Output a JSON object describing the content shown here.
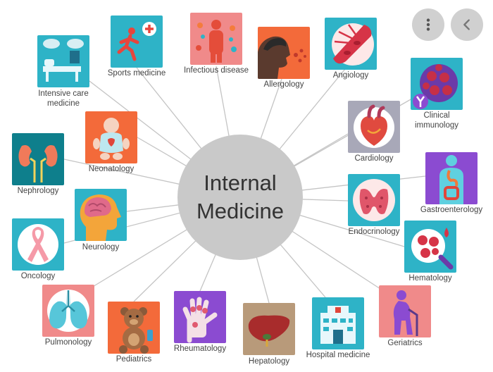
{
  "hub": {
    "line1": "Internal",
    "line2": "Medicine",
    "color": "#c9c9c9"
  },
  "specialties": [
    {
      "key": "sports",
      "label": "Sports medicine",
      "icon": "running-person-icon",
      "bg": "#2eb3c7"
    },
    {
      "key": "infectious",
      "label": "Infectious disease",
      "icon": "virus-body-icon",
      "bg": "#f08a8a"
    },
    {
      "key": "allergology",
      "label": "Allergology",
      "icon": "sneeze-icon",
      "bg": "#f36a3a"
    },
    {
      "key": "angiology",
      "label": "Angiology",
      "icon": "blood-vessel-icon",
      "bg": "#2eb3c7"
    },
    {
      "key": "immunology",
      "label": [
        "Clinical",
        "immunology"
      ],
      "icon": "antibody-cells-icon",
      "bg": "#2eb3c7"
    },
    {
      "key": "cardiology",
      "label": "Cardiology",
      "icon": "heart-icon",
      "bg": "#a8a8b8"
    },
    {
      "key": "gastro",
      "label": "Gastroenterology",
      "icon": "digestive-system-icon",
      "bg": "#8b4bd1"
    },
    {
      "key": "endocrinology",
      "label": "Endocrinology",
      "icon": "thyroid-icon",
      "bg": "#2eb3c7"
    },
    {
      "key": "hematology",
      "label": "Hematology",
      "icon": "blood-drop-magnifier-icon",
      "bg": "#2eb3c7"
    },
    {
      "key": "geriatrics",
      "label": "Geriatrics",
      "icon": "elderly-person-icon",
      "bg": "#f08a8a"
    },
    {
      "key": "hospital",
      "label": "Hospital medicine",
      "icon": "hospital-building-icon",
      "bg": "#2eb3c7"
    },
    {
      "key": "hepatology",
      "label": "Hepatology",
      "icon": "liver-icon",
      "bg": "#b89a7a"
    },
    {
      "key": "rheumatology",
      "label": "Rheumatology",
      "icon": "hand-joints-icon",
      "bg": "#8b4bd1"
    },
    {
      "key": "pediatrics",
      "label": "Pediatrics",
      "icon": "teddy-bear-icon",
      "bg": "#f36a3a"
    },
    {
      "key": "pulmonology",
      "label": "Pulmonology",
      "icon": "lungs-icon",
      "bg": "#f08a8a"
    },
    {
      "key": "oncology",
      "label": "Oncology",
      "icon": "ribbon-icon",
      "bg": "#2eb3c7"
    },
    {
      "key": "neurology",
      "label": "Neurology",
      "icon": "brain-head-icon",
      "bg": "#2eb3c7"
    },
    {
      "key": "nephrology",
      "label": "Nephrology",
      "icon": "kidneys-icon",
      "bg": "#0e7f8c"
    },
    {
      "key": "neonatology",
      "label": "Neonatology",
      "icon": "baby-icon",
      "bg": "#f36a3a"
    },
    {
      "key": "icu",
      "label": [
        "Intensive care",
        "medicine"
      ],
      "icon": "hospital-bed-icon",
      "bg": "#2eb3c7"
    }
  ],
  "controls": {
    "more": "more-vertical-icon",
    "back": "chevron-left-icon"
  }
}
